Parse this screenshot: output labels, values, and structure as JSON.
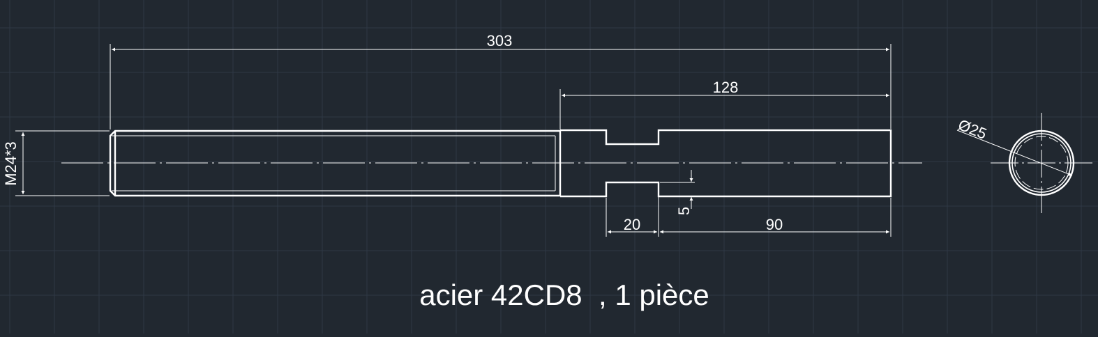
{
  "drawing": {
    "background_color": "#212830",
    "grid_color": "#2e3845",
    "line_color": "#ffffff",
    "dimensions": {
      "overall_length": "303",
      "right_section_length": "128",
      "groove_width": "20",
      "right_end_length": "90",
      "groove_depth": "5",
      "thread_size": "M24*3",
      "diameter": "Ø25"
    },
    "note": "acier 42CD8  , 1 pièce"
  }
}
